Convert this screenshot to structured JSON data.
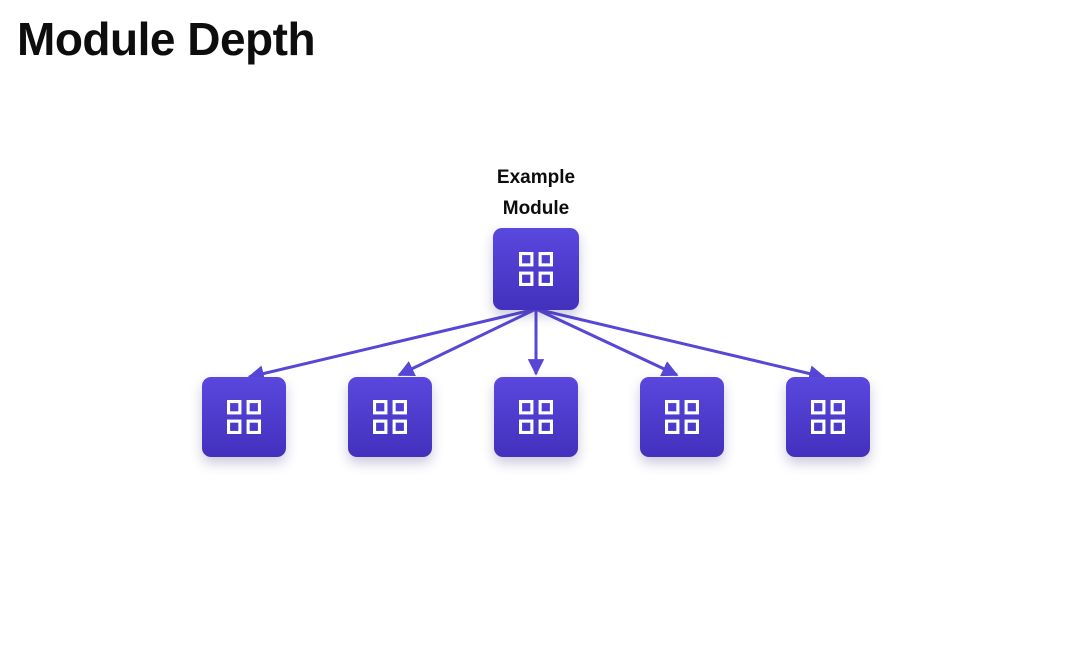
{
  "page": {
    "title": "Module Depth"
  },
  "diagram": {
    "root_module": {
      "label_line1": "Example",
      "label_line2": "Module",
      "icon": "grid-icon"
    },
    "children": [
      {
        "icon": "grid-icon"
      },
      {
        "icon": "grid-icon"
      },
      {
        "icon": "grid-icon"
      },
      {
        "icon": "grid-icon"
      },
      {
        "icon": "grid-icon"
      }
    ]
  },
  "colors": {
    "background": "#ffffff",
    "title_text": "#0d0d0d",
    "label_text": "#0d0d0d",
    "module_top": "#5a48de",
    "module_bottom": "#4330bd",
    "arrow": "#5747d6"
  }
}
